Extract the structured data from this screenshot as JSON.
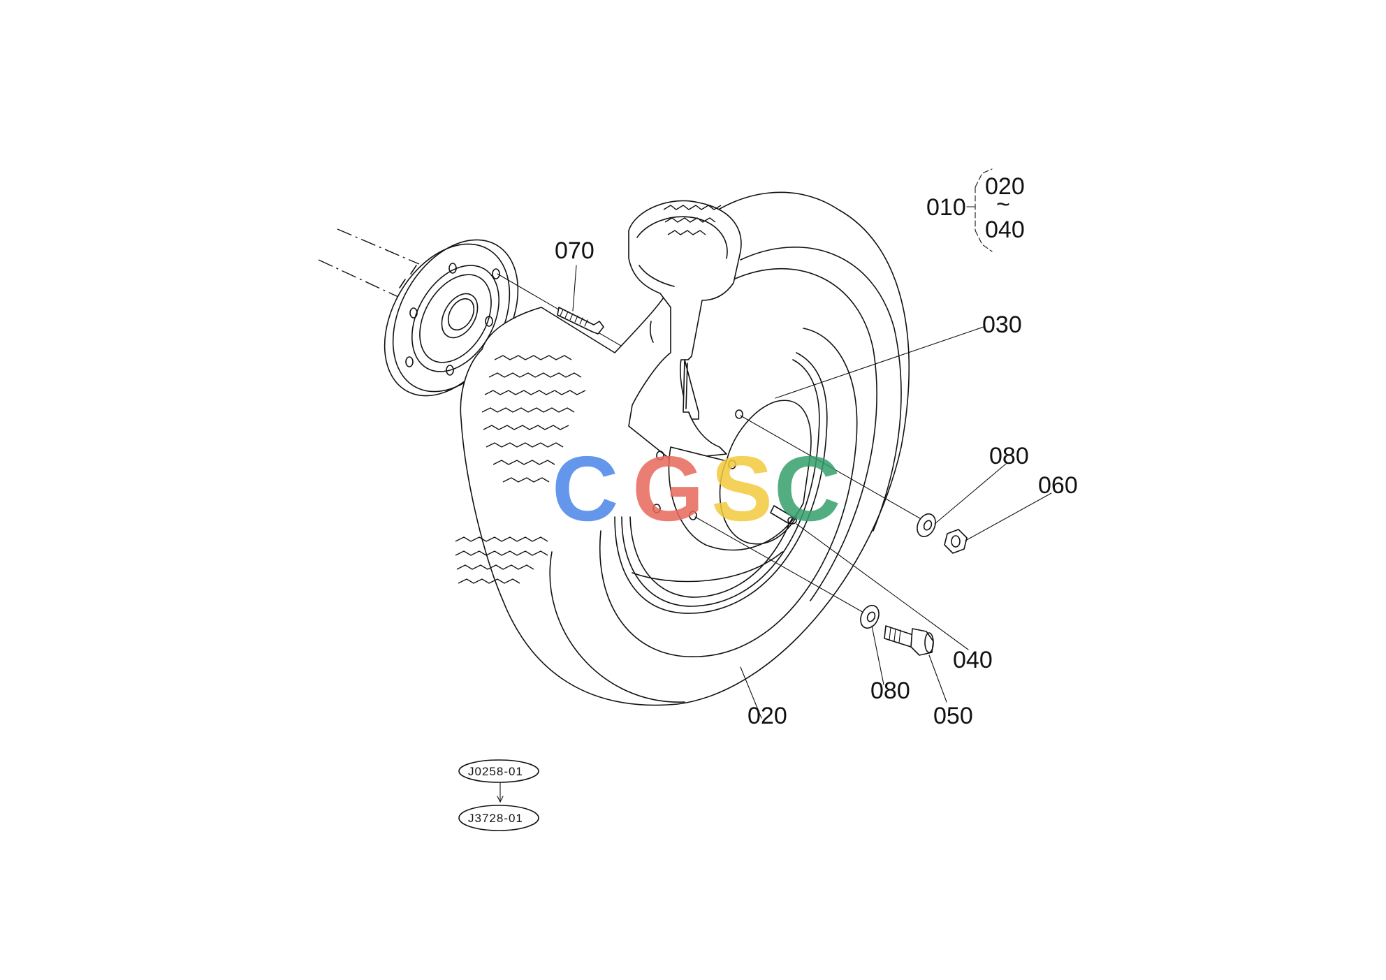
{
  "diagram": {
    "callouts": {
      "c010": "010",
      "c020_top": "020",
      "c040_top": "040",
      "range_mark": "~",
      "c070": "070",
      "c030": "030",
      "c080_right": "080",
      "c060": "060",
      "c040": "040",
      "c080_bottom": "080",
      "c050": "050",
      "c020": "020"
    },
    "references": {
      "ref_old": "J0258-01",
      "ref_new": "J3728-01"
    },
    "watermark": {
      "letters": [
        "C",
        "G",
        "S",
        "C"
      ],
      "colors": [
        "#4a86e8",
        "#e8685a",
        "#f3c93b",
        "#34a06b"
      ]
    }
  }
}
